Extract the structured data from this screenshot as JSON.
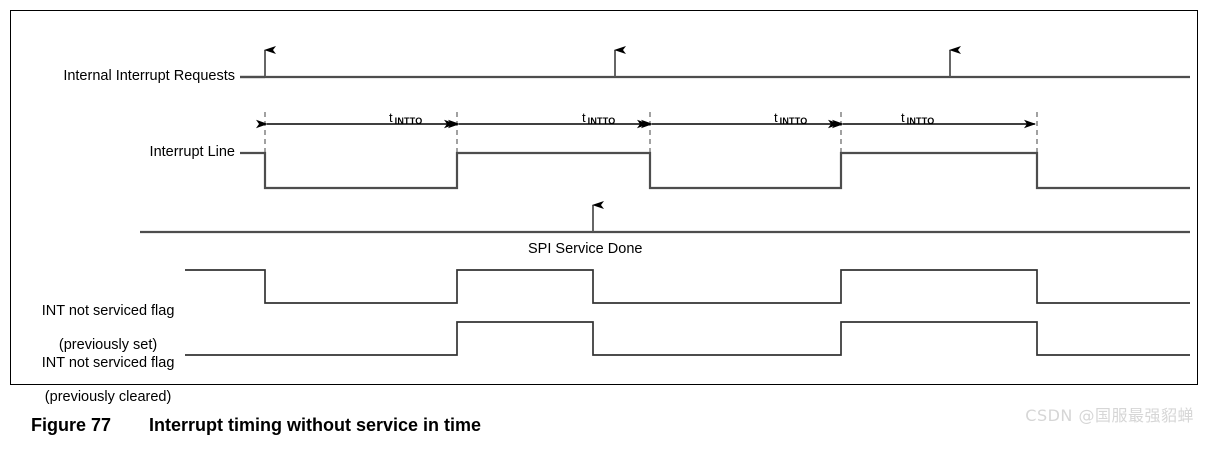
{
  "figure": {
    "caption_number": "Figure 77",
    "caption_title": "Interrupt timing without service in time",
    "watermark": "CSDN @国服最强貂蝉",
    "border_color": "#000000",
    "signal_color": "#4d4d4d",
    "edge_color": "#000000",
    "dash_color": "#808080"
  },
  "signals": {
    "internal_interrupt_requests": {
      "label": "Internal Interrupt Requests",
      "baseline_y": 77,
      "event_x": [
        265,
        615,
        950
      ],
      "event_name": "interrupt-request-arrow"
    },
    "interrupt_line": {
      "label": "Interrupt Line",
      "high_y": 153,
      "low_y": 188,
      "start_level": "high",
      "transition_x": [
        265,
        457,
        650,
        841,
        1037
      ],
      "levels": [
        "high",
        "low",
        "high",
        "low",
        "high",
        "low"
      ]
    },
    "spi_service_done": {
      "label": "SPI Service Done",
      "baseline_y": 232,
      "event_x": [
        593
      ]
    },
    "int_flag_previously_set": {
      "label_line1": "INT not serviced flag",
      "label_line2": "(previously set)",
      "high_y": 270,
      "low_y": 303,
      "start_level": "high",
      "transition_x": [
        265,
        457,
        593,
        841,
        1037
      ]
    },
    "int_flag_previously_cleared": {
      "label_line1": "INT not serviced flag",
      "label_line2": "(previously cleared)",
      "high_y": 322,
      "low_y": 355,
      "start_level": "low",
      "transition_x": [
        457,
        593,
        841,
        1037
      ]
    }
  },
  "timing_markers": {
    "symbol": "t",
    "subscript": "INTTO",
    "arrow_y": 124,
    "spans": [
      {
        "from": 265,
        "to": 457,
        "label_x": 408
      },
      {
        "from": 457,
        "to": 650,
        "label_x": 601
      },
      {
        "from": 650,
        "to": 841,
        "label_x": 793
      },
      {
        "from": 841,
        "to": 1037,
        "label_x": 920
      }
    ]
  },
  "chart_data": {
    "type": "line",
    "title": "Interrupt timing without service in time",
    "xlabel": "",
    "ylabel": "",
    "series": [
      {
        "name": "Internal Interrupt Requests",
        "values": [
          265,
          615,
          950
        ]
      },
      {
        "name": "Interrupt Line",
        "values": [
          265,
          457,
          650,
          841,
          1037
        ]
      },
      {
        "name": "SPI Service Done",
        "values": [
          593
        ]
      },
      {
        "name": "INT not serviced flag (previously set)",
        "values": [
          265,
          457,
          593,
          841,
          1037
        ]
      },
      {
        "name": "INT not serviced flag (previously cleared)",
        "values": [
          457,
          593,
          841,
          1037
        ]
      }
    ]
  }
}
